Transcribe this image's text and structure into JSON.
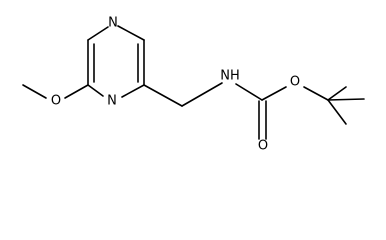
{
  "molecule": {
    "atom_labels": {
      "ring_n_top": "N",
      "ring_n_bottom": "N",
      "methoxy_o": "O",
      "amide_nh": "NH",
      "ester_o": "O",
      "carbonyl_o": "O"
    }
  }
}
